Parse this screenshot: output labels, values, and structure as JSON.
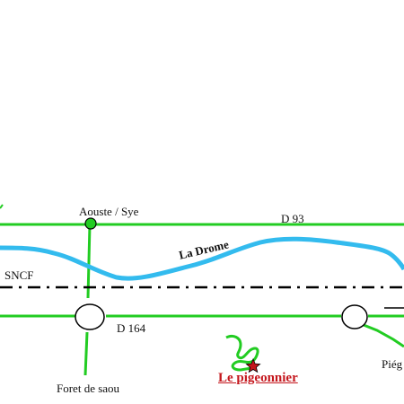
{
  "labels": {
    "aouste": "Aouste / Sye",
    "d93": "D 93",
    "river": "La Drome",
    "railway": "SNCF",
    "d164": "D 164",
    "foret": "Foret de saou",
    "destination": "Le pigeonnier",
    "piegros": "Piég"
  },
  "colors": {
    "road": "#22cc22",
    "river": "#33bbee",
    "railway": "#000000",
    "destination": "#c4161c",
    "star": "#c4161c"
  },
  "icons": {
    "town_marker": "green-dot-icon",
    "roundabout": "roundabout-icon",
    "destination": "red-star-icon"
  }
}
